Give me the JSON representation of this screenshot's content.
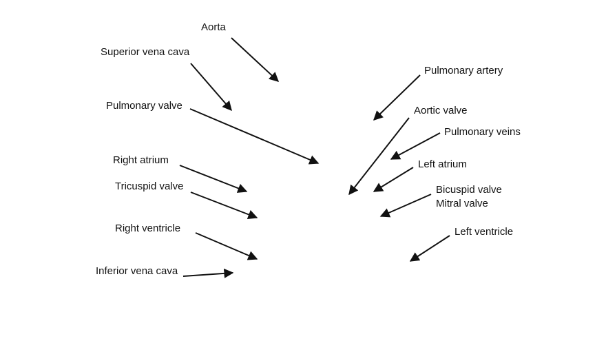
{
  "labels": {
    "aorta": "Aorta",
    "superior_vena_cava": "Superior vena cava",
    "pulmonary_valve": "Pulmonary valve",
    "right_atrium": "Right atrium",
    "tricuspid_valve": "Tricuspid valve",
    "right_ventricle": "Right ventricle",
    "inferior_vena_cava": "Inferior vena cava",
    "pulmonary_artery": "Pulmonary artery",
    "aortic_valve": "Aortic valve",
    "pulmonary_veins": "Pulmonary veins",
    "left_atrium": "Left atrium",
    "bicuspid_valve": "Bicuspid valve",
    "mitral_valve": "Mitral valve",
    "left_ventricle": "Left ventricle"
  },
  "colors": {
    "arrow": "#111111",
    "text": "#111111",
    "background": "#ffffff"
  }
}
